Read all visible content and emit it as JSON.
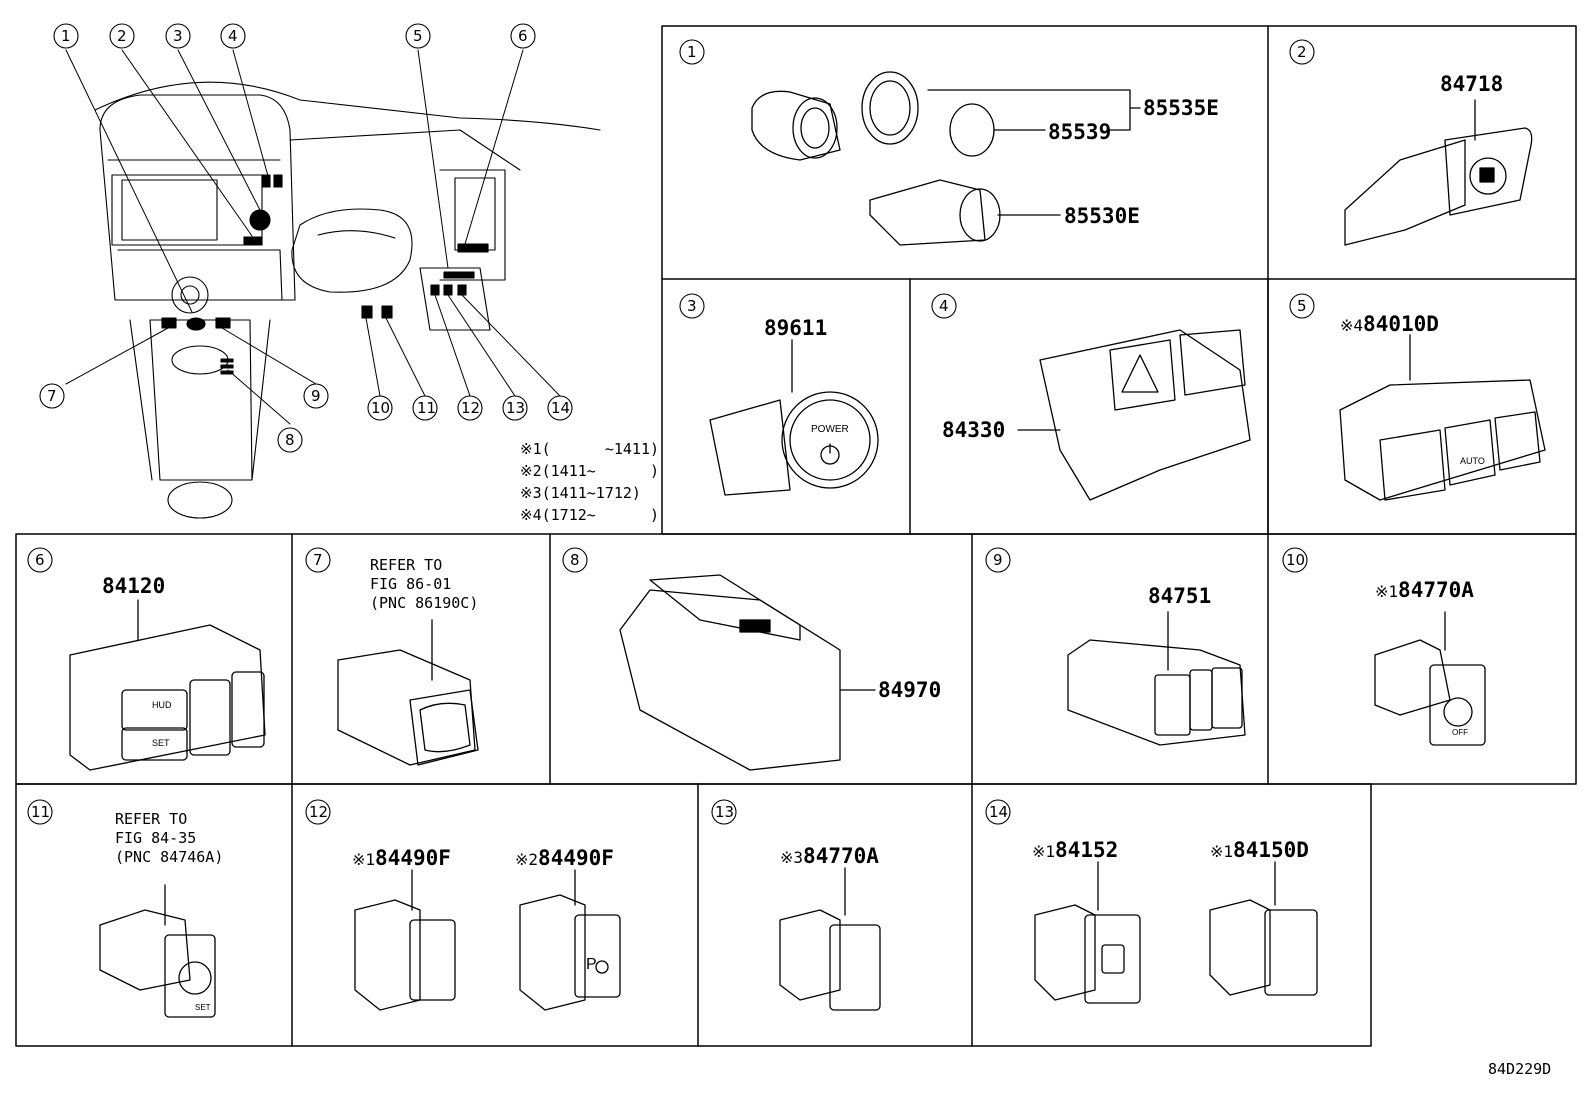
{
  "overview": {
    "callouts": [
      "1",
      "2",
      "3",
      "4",
      "5",
      "6",
      "7",
      "8",
      "9",
      "10",
      "11",
      "12",
      "13",
      "14"
    ],
    "notes": [
      {
        "mark": "※1",
        "range": "(      ~1411)"
      },
      {
        "mark": "※2",
        "range": "(1411~      )"
      },
      {
        "mark": "※3",
        "range": "(1411~1712)"
      },
      {
        "mark": "※4",
        "range": "(1712~      )"
      }
    ]
  },
  "cells": [
    {
      "id": "1",
      "parts": [
        "85535E",
        "85539",
        "85530E"
      ]
    },
    {
      "id": "2",
      "parts": [
        "84718"
      ]
    },
    {
      "id": "3",
      "parts": [
        "89611"
      ],
      "switch_text": "POWER"
    },
    {
      "id": "4",
      "parts": [
        "84330"
      ]
    },
    {
      "id": "5",
      "mark": "※4",
      "parts": [
        "84010D"
      ],
      "switch_text": "AUTO"
    },
    {
      "id": "6",
      "parts": [
        "84120"
      ],
      "switch_texts": [
        "HUD",
        "SET"
      ]
    },
    {
      "id": "7",
      "refer": [
        "REFER TO",
        "FIG 86-01",
        "(PNC 86190C)"
      ]
    },
    {
      "id": "8",
      "parts": [
        "84970"
      ]
    },
    {
      "id": "9",
      "parts": [
        "84751"
      ]
    },
    {
      "id": "10",
      "mark": "※1",
      "parts": [
        "84770A"
      ],
      "switch_text": "OFF"
    },
    {
      "id": "11",
      "refer": [
        "REFER TO",
        "FIG 84-35",
        "(PNC 84746A)"
      ],
      "switch_text": "SET"
    },
    {
      "id": "12",
      "items": [
        {
          "mark": "※1",
          "part": "84490F"
        },
        {
          "mark": "※2",
          "part": "84490F"
        }
      ],
      "switch_text": "P"
    },
    {
      "id": "13",
      "mark": "※3",
      "parts": [
        "84770A"
      ]
    },
    {
      "id": "14",
      "items": [
        {
          "mark": "※1",
          "part": "84152"
        },
        {
          "mark": "※1",
          "part": "84150D"
        }
      ]
    }
  ],
  "diagram_code": "84D229D"
}
